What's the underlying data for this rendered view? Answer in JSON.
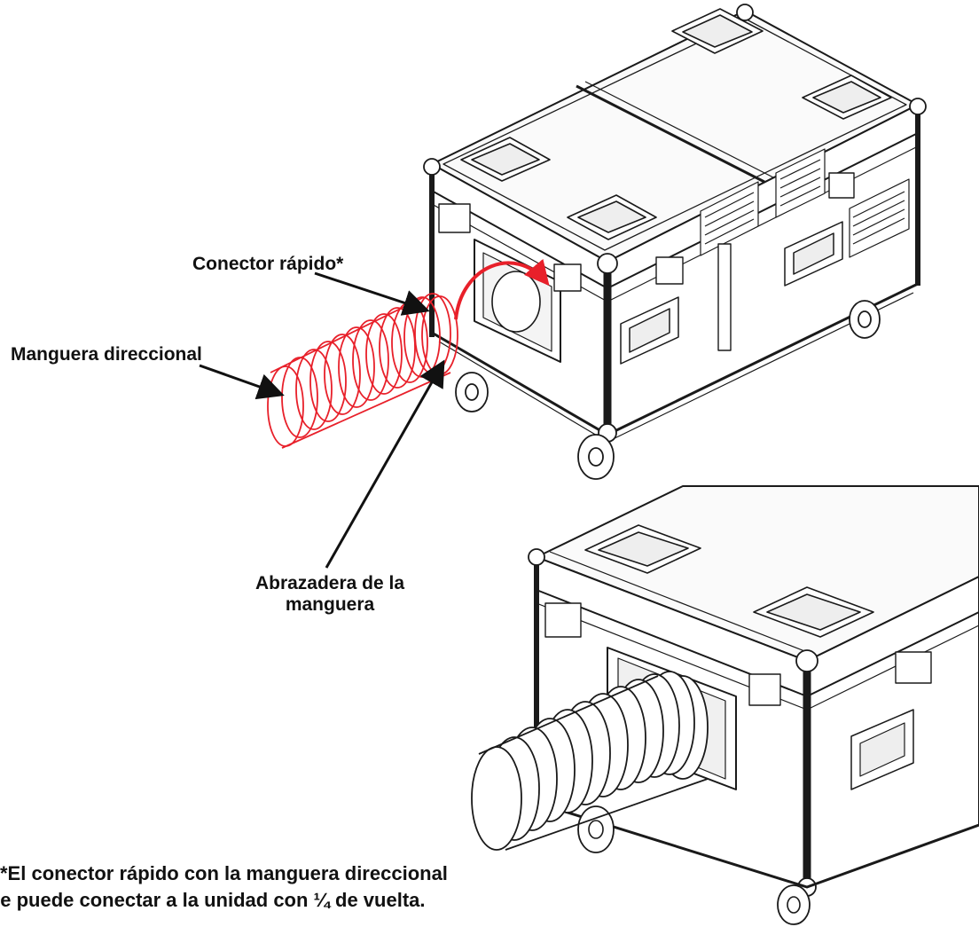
{
  "labels": {
    "quick_connector": "Conector rápido*",
    "directional_hose": "Manguera direccional",
    "hose_clamp_line1": "Abrazadera de la",
    "hose_clamp_line2": "manguera"
  },
  "footnote": {
    "line1": "*El conector rápido con la manguera direccional",
    "line2": "se puede conectar a la unidad con ¼ de vuelta."
  },
  "colors": {
    "hose_highlight": "#e8202a",
    "line_art": "#1a1a1a",
    "background": "#ffffff"
  }
}
